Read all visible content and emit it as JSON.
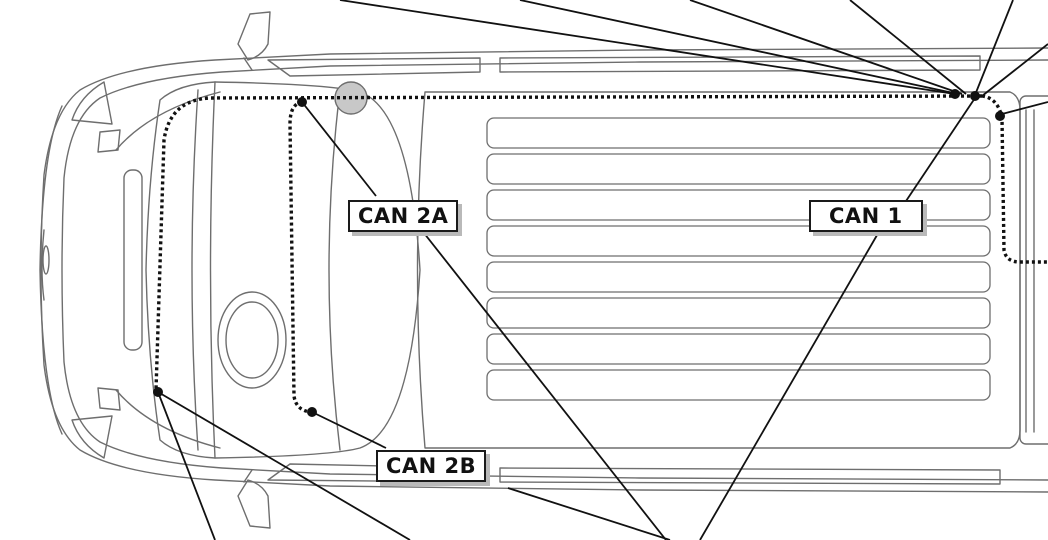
{
  "labels": {
    "can2a": "CAN 2A",
    "can1": "CAN 1",
    "can2b": "CAN 2B"
  },
  "colors": {
    "outline": "#6e6e6e",
    "leader": "#111111",
    "label_border": "#1a1a1a",
    "label_shadow": "#b9b9b9",
    "sensor_fill": "#c8c8c8"
  }
}
